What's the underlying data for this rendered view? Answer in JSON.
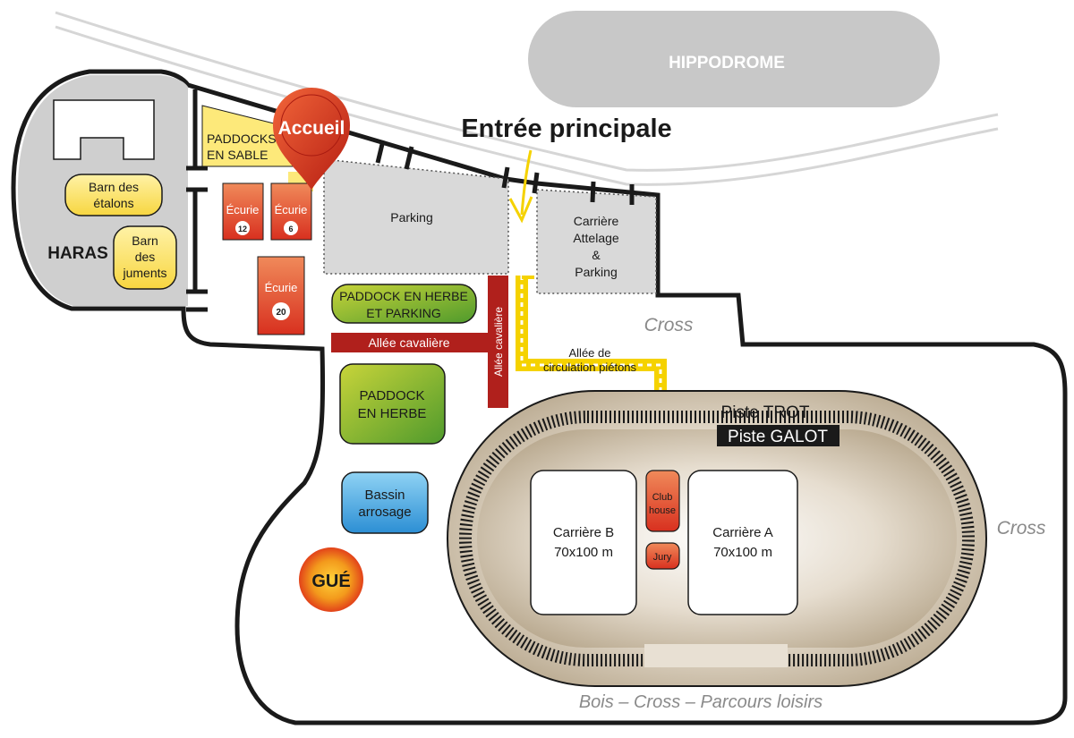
{
  "labels": {
    "hippodrome": "HIPPODROME",
    "entree": "Entrée principale",
    "accueil": "Accueil",
    "paddocks_sable": [
      "PADDOCKS",
      "EN SABLE"
    ],
    "barn_etalons": [
      "Barn des",
      "étalons"
    ],
    "barn_juments": [
      "Barn",
      "des",
      "juments"
    ],
    "haras": "HARAS",
    "ecurie_word": "Écurie",
    "ecurie_12": "12",
    "ecurie_6": "6",
    "ecurie_20": "20",
    "parking": "Parking",
    "carriere_attelage": [
      "Carrière",
      "Attelage",
      "&",
      "Parking"
    ],
    "paddock_herbe_parking": [
      "PADDOCK EN HERBE",
      "ET PARKING"
    ],
    "allee_cavaliere_h": "Allée cavalière",
    "allee_cavaliere_v": "Allée cavalière",
    "allee_pietons": [
      "Allée de",
      "circulation piétons"
    ],
    "cross_top": "Cross",
    "cross_right": "Cross",
    "paddock_herbe": [
      "PADDOCK",
      "EN HERBE"
    ],
    "bassin": [
      "Bassin",
      "arrosage"
    ],
    "gue": "GUÉ",
    "piste_trot": "Piste TROT",
    "piste_galot": "Piste GALOT",
    "carriere_b": [
      "Carrière B",
      "70x100 m"
    ],
    "carriere_a": [
      "Carrière A",
      "70x100 m"
    ],
    "club_house": [
      "Club",
      "house"
    ],
    "jury": "Jury",
    "bois": "Bois – Cross – Parcours loisirs"
  },
  "colors": {
    "outline": "#1a1a1a",
    "grey_area": "#d9d9d9",
    "haras_grey": "#cfcfcf",
    "yellow_box": "#fde97a",
    "allee_red": "#b0201c",
    "pietons_yellow": "#f5d200",
    "ecurie_red": "#e0452b",
    "paddock_green": "#7fb52e",
    "bassin_blue": "#3aa6e0",
    "track_tan": "#cbbda6",
    "accueil_red": "#d9321e"
  }
}
